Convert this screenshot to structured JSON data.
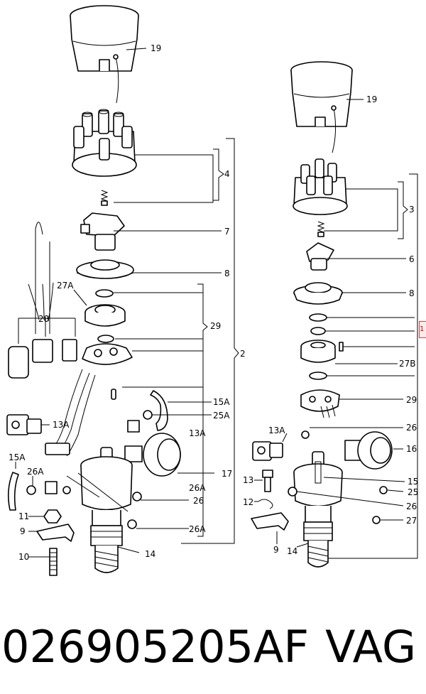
{
  "left_assembly": {
    "labels": [
      "19",
      "4",
      "7",
      "8",
      "27A",
      "29",
      "2",
      "28",
      "15A",
      "25A",
      "13A",
      "13A",
      "15A",
      "26A",
      "17",
      "26A",
      "26",
      "11",
      "9",
      "26A",
      "10",
      "14"
    ]
  },
  "right_assembly": {
    "labels": [
      "19",
      "3",
      "6",
      "8",
      "27B",
      "29",
      "13A",
      "26",
      "16",
      "13",
      "15",
      "25",
      "12",
      "26",
      "27",
      "9",
      "14"
    ]
  },
  "edge_tab": "1",
  "caption": {
    "part_number": "026905205AF",
    "brand": "VAG"
  }
}
